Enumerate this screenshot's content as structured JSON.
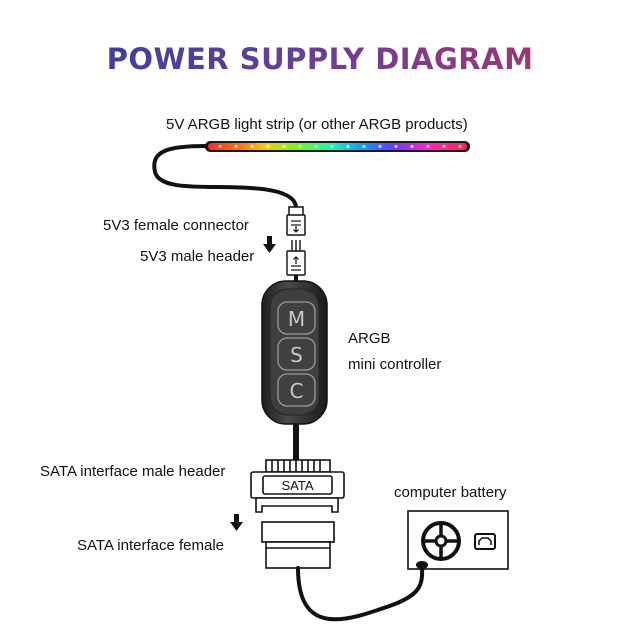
{
  "title": "POWER SUPPLY DIAGRAM",
  "labels": {
    "strip": "5V ARGB light strip (or other ARGB products)",
    "female_connector": "5V3 female connector",
    "male_header": "5V3 male header",
    "controller_line1": "ARGB",
    "controller_line2": "mini controller",
    "sata_male": "SATA interface male header",
    "sata_female": "SATA interface female",
    "battery": "computer battery"
  },
  "buttons": [
    "M",
    "S",
    "C"
  ],
  "sata_text": "SATA",
  "colors": {
    "title_start": "#2a3f9e",
    "title_end": "#b9325f",
    "controller_body": "#3a3a3a",
    "cable": "#111111"
  },
  "icons": [
    "down-arrow-icon",
    "fan-icon",
    "power-socket-icon"
  ]
}
